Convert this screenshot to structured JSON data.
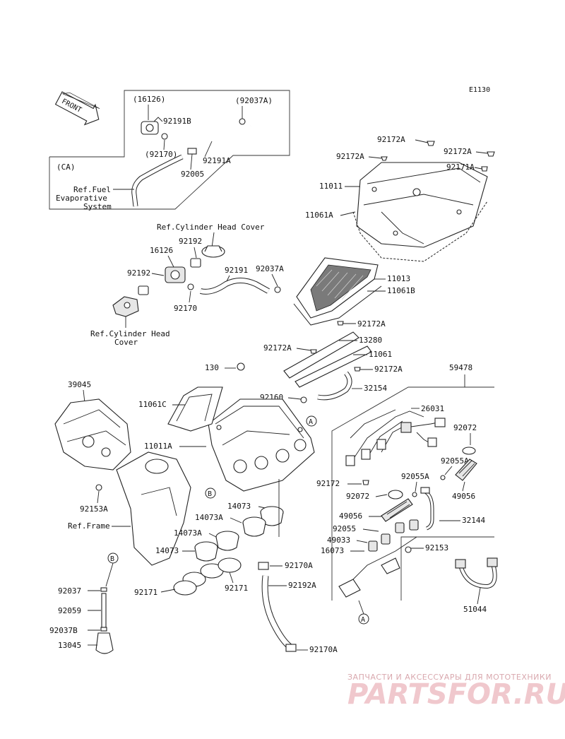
{
  "diagram_code": "E1130",
  "front_label": "FRONT",
  "ca_label": "(CA)",
  "ref_fuel_lines": [
    "Ref.Fuel",
    "Evaporative",
    "System"
  ],
  "ref_cyl_top": "Ref.Cylinder Head Cover",
  "ref_cyl_bottom_lines": [
    "Ref.Cylinder Head",
    "Cover"
  ],
  "ref_frame": "Ref.Frame",
  "callout_a": "A",
  "callout_b": "B",
  "watermark": {
    "top": "ЗАПЧАСТИ И АКСЕССУАРЫ ДЛЯ МОТОТЕХНИКИ",
    "brand": "PARTSFOR.RU"
  },
  "parts": {
    "p16126_paren": "(16126)",
    "p92037A_paren": "(92037A)",
    "p92191B": "92191B",
    "p92170_paren": "(92170)",
    "p92191A": "92191A",
    "p92005": "92005",
    "p92172A_1": "92172A",
    "p92172A_2": "92172A",
    "p92172A_3": "92172A",
    "p92171A": "92171A",
    "p11011": "11011",
    "p11061A": "11061A",
    "p92192_a": "92192",
    "p16126": "16126",
    "p92192_b": "92192",
    "p92191": "92191",
    "p92037A": "92037A",
    "p92170": "92170",
    "p11013": "11013",
    "p11061B": "11061B",
    "p92172A_4": "92172A",
    "p92172A_5": "92172A",
    "p13280": "13280",
    "p11061": "11061",
    "p130": "130",
    "p92172A_6": "92172A",
    "p59478": "59478",
    "p39045": "39045",
    "p92160": "92160",
    "p32154": "32154",
    "p11061C": "11061C",
    "p26031": "26031",
    "p11011A": "11011A",
    "p92072_a": "92072",
    "p92055A_a": "92055A",
    "p92172": "92172",
    "p92055A_b": "92055A",
    "p92072_b": "92072",
    "p49056_a": "49056",
    "p92153A": "92153A",
    "p14073_a": "14073",
    "p49056_b": "49056",
    "p32144": "32144",
    "p92055": "92055",
    "p14073A_a": "14073A",
    "p14073A_b": "14073A",
    "p49033": "49033",
    "p14073_b": "14073",
    "p16073": "16073",
    "p92153": "92153",
    "p92170A_a": "92170A",
    "p92192A": "92192A",
    "p92171_a": "92171",
    "p92171_b": "92171",
    "p92037": "92037",
    "p92059": "92059",
    "p51044": "51044",
    "p92037B": "92037B",
    "p13045": "13045",
    "p92170A_b": "92170A"
  }
}
